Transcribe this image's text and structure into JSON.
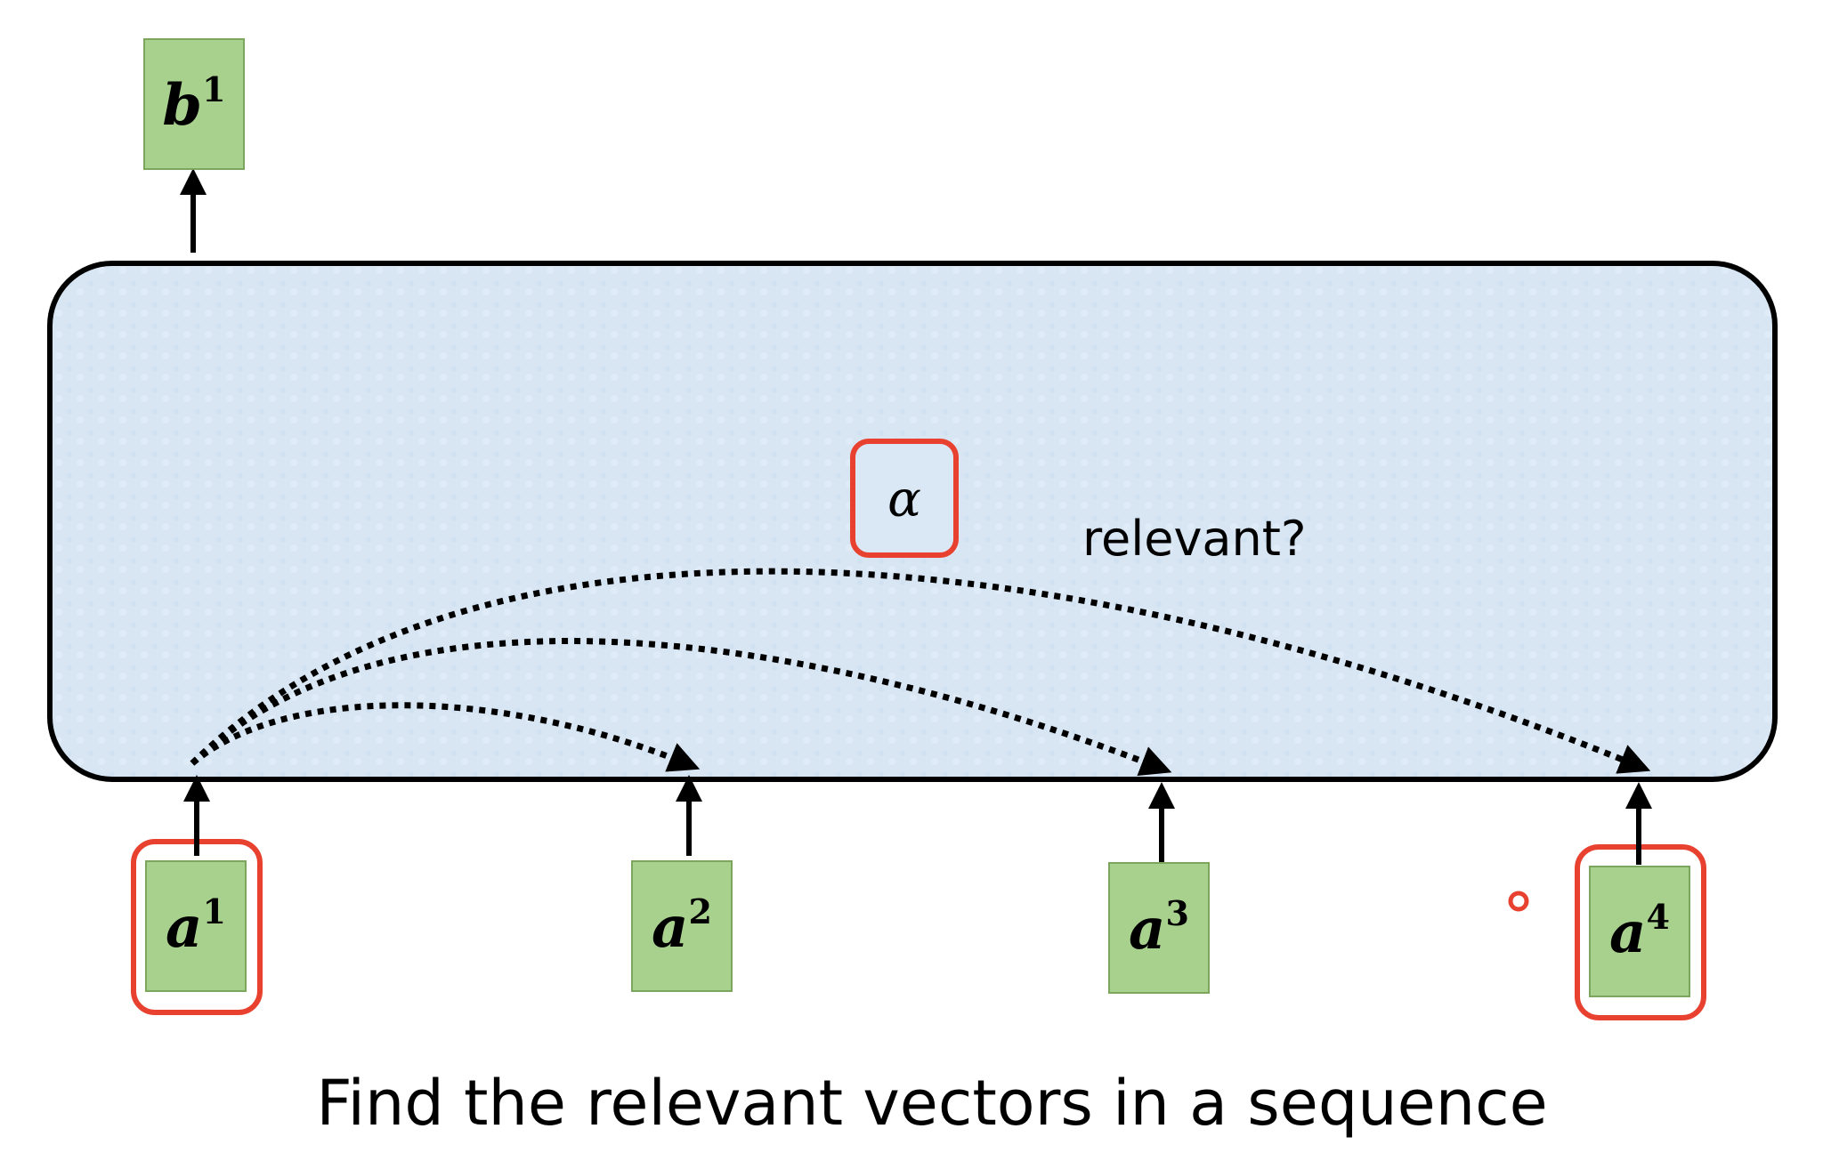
{
  "diagram": {
    "output_vector": {
      "base": "b",
      "sup": "1"
    },
    "input_vectors": [
      {
        "base": "a",
        "sup": "1",
        "highlighted": true
      },
      {
        "base": "a",
        "sup": "2",
        "highlighted": false
      },
      {
        "base": "a",
        "sup": "3",
        "highlighted": false
      },
      {
        "base": "a",
        "sup": "4",
        "highlighted": true
      }
    ],
    "attention_symbol": "α",
    "relevance_question": "relevant?",
    "caption": "Find the relevant vectors in a sequence"
  },
  "colors": {
    "vector_box_fill": "#a9d18e",
    "vector_box_border": "#7aa65d",
    "highlight": "#e8412f",
    "block_fill": "#dae7f5",
    "block_border": "#000000",
    "arrow": "#000000"
  }
}
